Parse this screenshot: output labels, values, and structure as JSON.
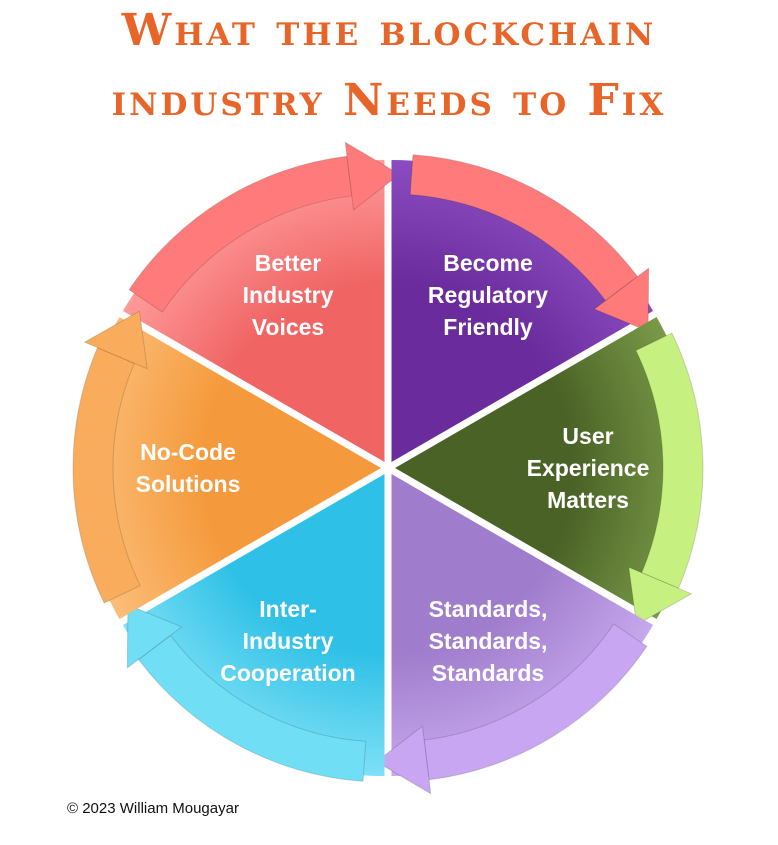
{
  "title": {
    "line1": "What the blockchain",
    "line2": "industry Needs to Fix"
  },
  "segments": [
    {
      "id": "better-industry-voices",
      "lines": [
        "Better",
        "Industry",
        "Voices"
      ],
      "color": "#f06464",
      "light": "#ff9a9a",
      "arrow": "#ff7b7b"
    },
    {
      "id": "become-regulatory-friendly",
      "lines": [
        "Become",
        "Regulatory",
        "Friendly"
      ],
      "color": "#6a2c9c",
      "light": "#8a4cc0",
      "arrow": "#ff7b7b"
    },
    {
      "id": "user-experience-matters",
      "lines": [
        "User",
        "Experience",
        "Matters"
      ],
      "color": "#4a6226",
      "light": "#7a9a48",
      "arrow": "#c6f080"
    },
    {
      "id": "standards",
      "lines": [
        "Standards,",
        "Standards,",
        "Standards"
      ],
      "color": "#a07ccc",
      "light": "#c6a8ec",
      "arrow": "#c9a6f2"
    },
    {
      "id": "inter-industry-cooperation",
      "lines": [
        "Inter-",
        "Industry",
        "Cooperation"
      ],
      "color": "#2ec0e6",
      "light": "#7ee0f6",
      "arrow": "#70def4"
    },
    {
      "id": "no-code-solutions",
      "lines": [
        "No-Code",
        "Solutions"
      ],
      "color": "#f59a3c",
      "light": "#fbbd78",
      "arrow": "#f9ad5c"
    }
  ],
  "copyright": "© 2023 William Mougayar"
}
